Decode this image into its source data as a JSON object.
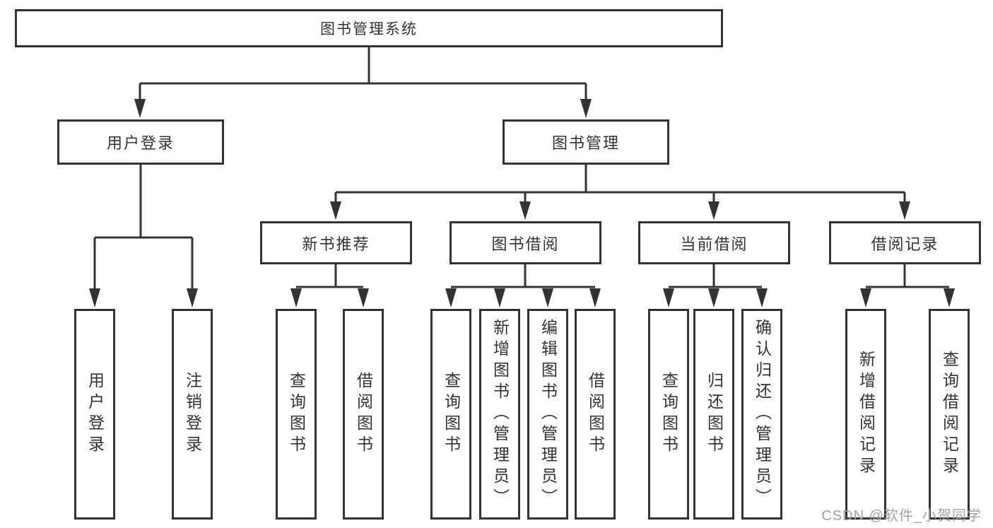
{
  "tree": {
    "root": "图书管理系统",
    "branches": {
      "user_login": {
        "label": "用户登录",
        "children": {
          "login": "用户登录",
          "logout": "注销登录"
        }
      },
      "book_management": {
        "label": "图书管理",
        "sections": {
          "new_book_recommend": {
            "label": "新书推荐",
            "children": {
              "query_books": "查询图书",
              "borrow_books": "借阅图书"
            }
          },
          "book_borrowing": {
            "label": "图书借阅",
            "children": {
              "query_books": "查询图书",
              "add_books_admin": "新增图书（管理员）",
              "edit_books_admin": "编辑图书（管理员）",
              "borrow_books": "借阅图书"
            }
          },
          "current_borrowing": {
            "label": "当前借阅",
            "children": {
              "query_books": "查询图书",
              "return_books": "归还图书",
              "confirm_return_admin": "确认归还（管理员）"
            }
          },
          "borrowing_records": {
            "label": "借阅记录",
            "children": {
              "add_record": "新增借阅记录",
              "query_record": "查询借阅记录"
            }
          }
        }
      }
    }
  },
  "watermark": "CSDN @软件_小贺同学",
  "colors": {
    "line": "#333333",
    "text": "#333333",
    "box_background": "#ffffff",
    "watermark": "#a3a3a3",
    "background": "#ffffff"
  }
}
